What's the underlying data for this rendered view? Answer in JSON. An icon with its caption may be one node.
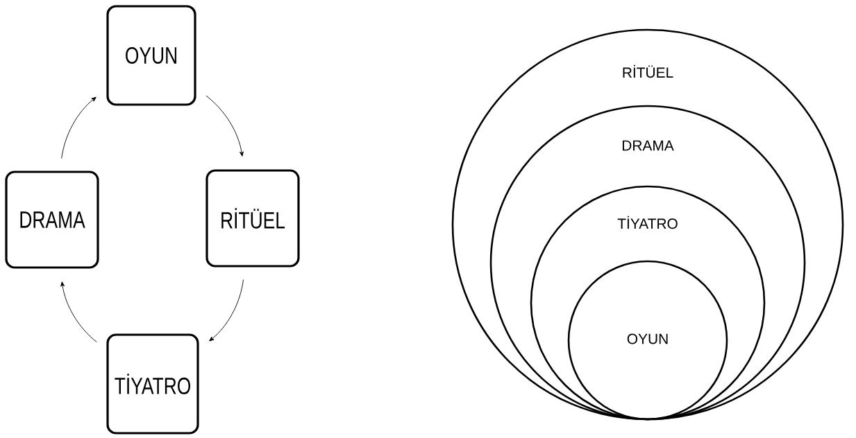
{
  "diagram": {
    "nodes": [
      {
        "text": [
          "OYUN"
        ]
      },
      {
        "text": [
          "DRAMA"
        ]
      },
      {
        "text": [
          "RİTÜEL"
        ]
      },
      {
        "text": [
          "TİYATRO"
        ]
      },
      {
        "text": [
          "RİTÜEL"
        ]
      },
      {
        "text": [
          "DRAMA"
        ],
        "in": 4
      },
      {
        "text": [
          "TİYATRO"
        ],
        "in": 5
      },
      {
        "text": [
          "OYUN"
        ],
        "in": 6
      }
    ],
    "edges": [
      {
        "from": 0,
        "to": 2,
        "arrow": "to"
      },
      {
        "from": 2,
        "to": 3,
        "arrow": "to"
      },
      {
        "from": 3,
        "to": 1,
        "arrow": "to"
      },
      {
        "from": 1,
        "to": 0,
        "arrow": "to"
      }
    ]
  }
}
